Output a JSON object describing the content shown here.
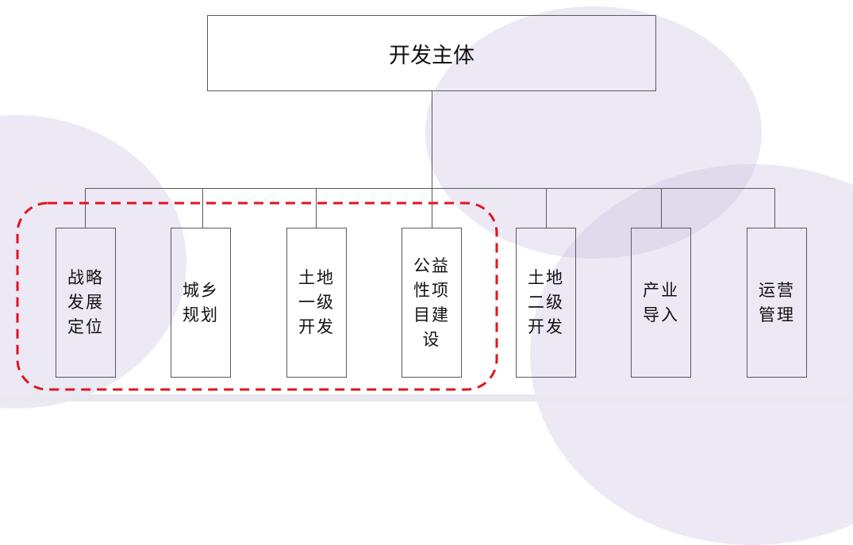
{
  "diagram": {
    "root": {
      "label": "开发主体"
    },
    "children": [
      {
        "label": "战略发展定位",
        "highlighted": true
      },
      {
        "label": "城乡规划",
        "highlighted": true
      },
      {
        "label": "土地一级开发",
        "highlighted": true
      },
      {
        "label": "公益性项目建设",
        "highlighted": true
      },
      {
        "label": "土地二级开发",
        "highlighted": false
      },
      {
        "label": "产业导入",
        "highlighted": false
      },
      {
        "label": "运营管理",
        "highlighted": false
      }
    ],
    "highlight_group": {
      "style": "dashed-rounded",
      "color": "#e0141e",
      "covers": [
        0,
        1,
        2,
        3
      ]
    }
  },
  "colors": {
    "line": "#595959",
    "highlight": "#e0141e",
    "background_blob": "#e9e4f1"
  }
}
